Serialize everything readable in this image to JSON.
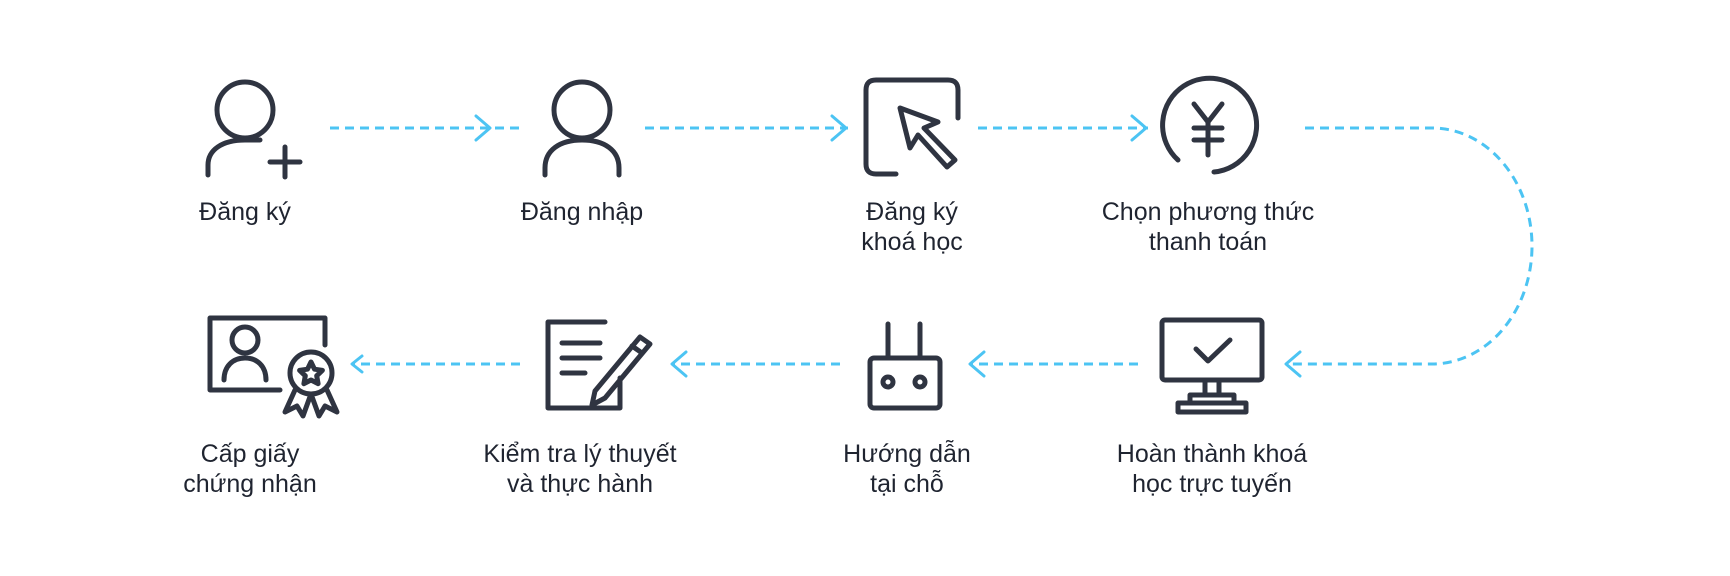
{
  "colors": {
    "icon": "#2f3441",
    "connector": "#4cc4f3",
    "text": "#1f2430"
  },
  "steps": [
    {
      "id": "register",
      "icon": "user-plus-icon",
      "lines": [
        "Đăng ký"
      ]
    },
    {
      "id": "login",
      "icon": "user-icon",
      "lines": [
        "Đăng nhập"
      ]
    },
    {
      "id": "course-register",
      "icon": "cursor-click-icon",
      "lines": [
        "Đăng ký",
        "khoá học"
      ]
    },
    {
      "id": "payment",
      "icon": "yen-coin-icon",
      "lines": [
        "Chọn phương thức",
        "thanh toán"
      ]
    },
    {
      "id": "online-complete",
      "icon": "monitor-check-icon",
      "lines": [
        "Hoàn thành khoá",
        "học trực tuyến"
      ]
    },
    {
      "id": "onsite-guide",
      "icon": "remote-controller-icon",
      "lines": [
        "Hướng dẫn",
        "tại chỗ"
      ]
    },
    {
      "id": "exam",
      "icon": "document-pen-icon",
      "lines": [
        "Kiểm tra lý thuyết",
        "và thực hành"
      ]
    },
    {
      "id": "certificate",
      "icon": "certificate-badge-icon",
      "lines": [
        "Cấp giấy",
        "chứng nhận"
      ]
    }
  ]
}
